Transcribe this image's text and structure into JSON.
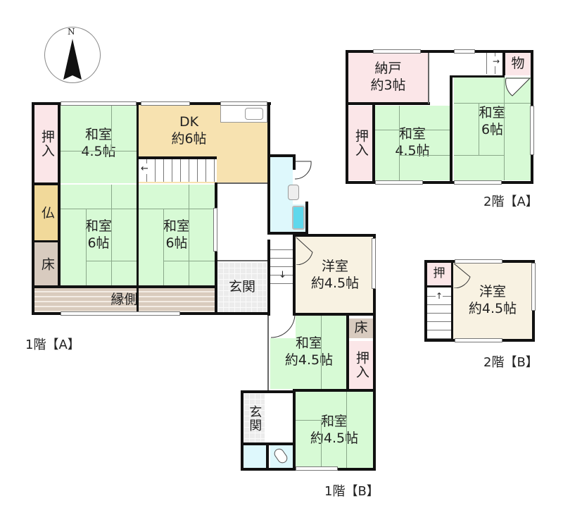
{
  "compass": {
    "label": "N",
    "icon": "north-arrow-icon"
  },
  "floors": {
    "f1a": {
      "label": "1階【A】",
      "rooms": {
        "oshiire": "押入",
        "washitsu1": {
          "name": "和室",
          "size": "4.5帖"
        },
        "dk": {
          "name": "DK",
          "size": "約6帖"
        },
        "butsudan": "仏",
        "toko": "床",
        "washitsu2": {
          "name": "和室",
          "size": "6帖"
        },
        "washitsu3": {
          "name": "和室",
          "size": "6帖"
        },
        "engawa": "縁側",
        "genkan": "玄関"
      }
    },
    "f1b": {
      "label": "1階【B】",
      "rooms": {
        "yoshitsu": {
          "name": "洋室",
          "size": "約4.5帖"
        },
        "toko": "床",
        "oshiire": "押入",
        "washitsu1": {
          "name": "和室",
          "size": "約4.5帖"
        },
        "washitsu2": {
          "name": "和室",
          "size": "約4.5帖"
        },
        "genkan": "玄関"
      }
    },
    "f2a": {
      "label": "2階【A】",
      "rooms": {
        "nando": {
          "name": "納戸",
          "size": "約3帖"
        },
        "mono": "物",
        "oshiire": "押入",
        "washitsu1": {
          "name": "和室",
          "size": "4.5帖"
        },
        "washitsu2": {
          "name": "和室",
          "size": "6帖"
        }
      }
    },
    "f2b": {
      "label": "2階【B】",
      "rooms": {
        "oshi": "押",
        "yoshitsu": {
          "name": "洋室",
          "size": "約4.5帖"
        }
      }
    }
  },
  "colors": {
    "tatami": "#d7fad5",
    "closet": "#fbe6e8",
    "dining_kitchen": "#f7e2b0",
    "butsudan": "#f1d99a",
    "western_room": "#f8f2e2",
    "tokonoma": "#d8cbbf",
    "wet_area": "#def8fc",
    "wall": "#111111"
  }
}
